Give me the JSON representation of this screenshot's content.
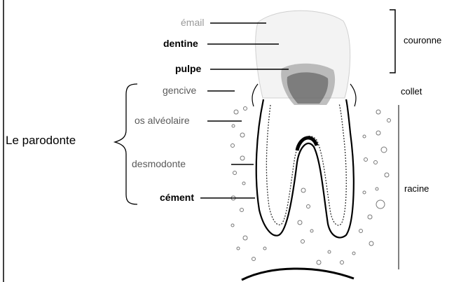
{
  "labels": {
    "email": "émail",
    "dentine": "dentine",
    "pulpe": "pulpe",
    "gencive": "gencive",
    "os_alveolaire": "os alvéolaire",
    "desmodonte": "desmodonte",
    "cement": "cément"
  },
  "regions": {
    "couronne": "couronne",
    "collet": "collet",
    "racine": "racine"
  },
  "group": {
    "parodonte": "Le parodonte"
  }
}
